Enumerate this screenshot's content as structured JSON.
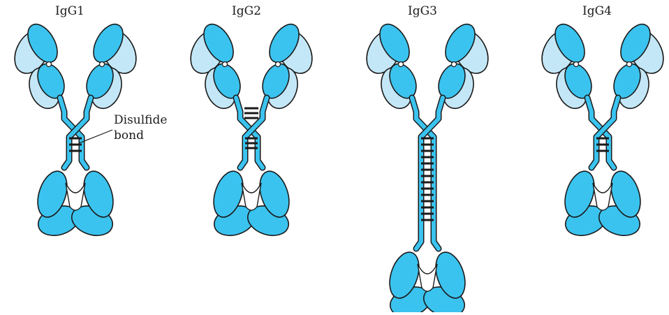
{
  "figure": {
    "subclasses": [
      {
        "name": "IgG1",
        "hinge_disulfide_bonds": 3
      },
      {
        "name": "IgG2",
        "hinge_disulfide_bonds": 6
      },
      {
        "name": "IgG3",
        "hinge_disulfide_bonds": 14
      },
      {
        "name": "IgG4",
        "hinge_disulfide_bonds": 3
      }
    ],
    "annotation": {
      "line1": "Disulfide",
      "line2": "bond"
    },
    "colors": {
      "heavy_chain": "#3bc3ef",
      "light_chain": "#c4e7f7",
      "outline": "#1a1a1a",
      "bond": "#1a1a1a"
    }
  }
}
